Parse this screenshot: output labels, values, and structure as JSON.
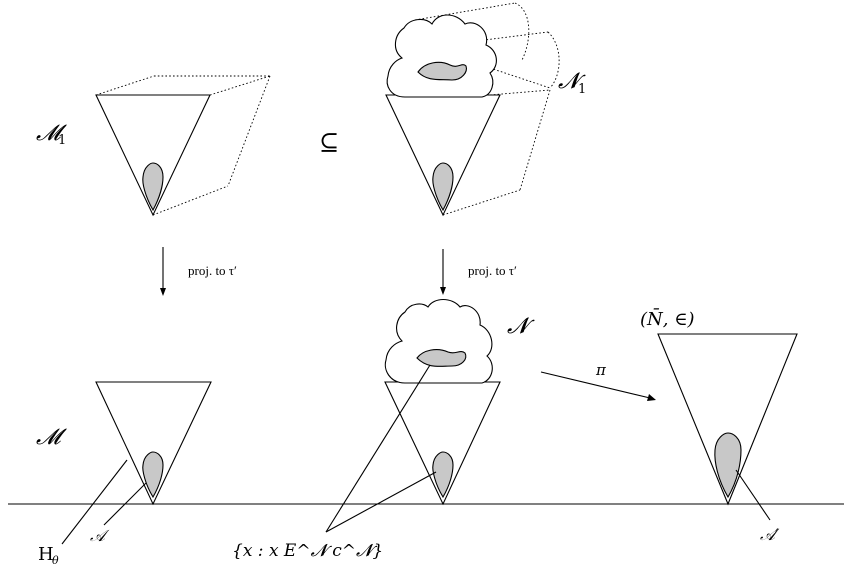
{
  "labels": {
    "M1": "𝓜",
    "M1_sub": "1",
    "subset": "⊆",
    "N1": "𝓝",
    "N1_sub": "1",
    "proj_left": "proj. to τ′",
    "proj_right": "proj. to τ′",
    "M": "𝓜",
    "N": "𝓝",
    "Nbar": "(N̄, ∈)",
    "pi": "π",
    "H_theta": "H",
    "H_theta_sub": "θ",
    "A": "𝒜",
    "A_prime": "𝒜′",
    "set_expr": "{x : x E^𝓝 c^𝓝}"
  }
}
